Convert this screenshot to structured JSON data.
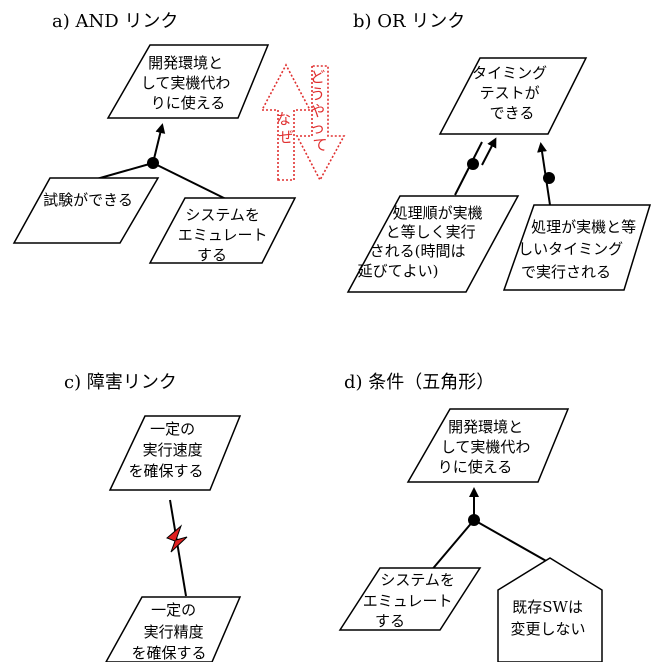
{
  "panels": {
    "a": {
      "title": "a) AND リンク",
      "goal": [
        "開発環境と",
        "して実機代わ",
        "りに使える"
      ],
      "left": [
        "試験ができる"
      ],
      "right": [
        "システムを",
        "エミュレート",
        "する"
      ],
      "why": "なぜ",
      "how": "どうやって"
    },
    "b": {
      "title": "b) OR リンク",
      "goal": [
        "タイミング",
        "テストが",
        "できる"
      ],
      "left": [
        "処理順が実機",
        "と等しく実行",
        "される(時間は",
        "延びてよい)"
      ],
      "right": [
        "処理が実機と等",
        "しいタイミング",
        "で実行される"
      ]
    },
    "c": {
      "title": "c) 障害リンク",
      "top": [
        "一定の",
        "実行速度",
        "を確保する"
      ],
      "bottom": [
        "一定の",
        "実行精度",
        "を確保する"
      ]
    },
    "d": {
      "title": "d) 条件（五角形）",
      "goal": [
        "開発環境と",
        "して実機代わ",
        "りに使える"
      ],
      "left": [
        "システムを",
        "エミュレート",
        "する"
      ],
      "condition": [
        "既存SWは",
        "変更しない"
      ]
    }
  },
  "colors": {
    "line": "#000000",
    "annotation": "#e03030",
    "obstacle": "#e02020"
  }
}
